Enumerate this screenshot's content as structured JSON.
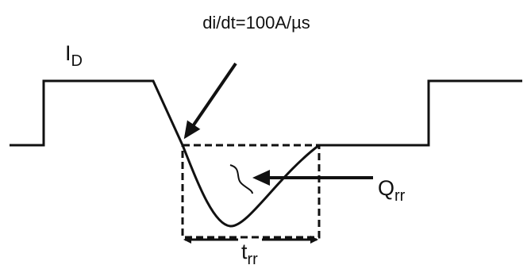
{
  "diagram": {
    "slope_label": "di/dt=100A/µs",
    "current_label_main": "I",
    "current_label_sub": "D",
    "charge_label_main": "Q",
    "charge_label_sub": "rr",
    "time_label_main": "t",
    "time_label_sub": "rr"
  },
  "colors": {
    "stroke": "#111111",
    "background": "#ffffff"
  }
}
